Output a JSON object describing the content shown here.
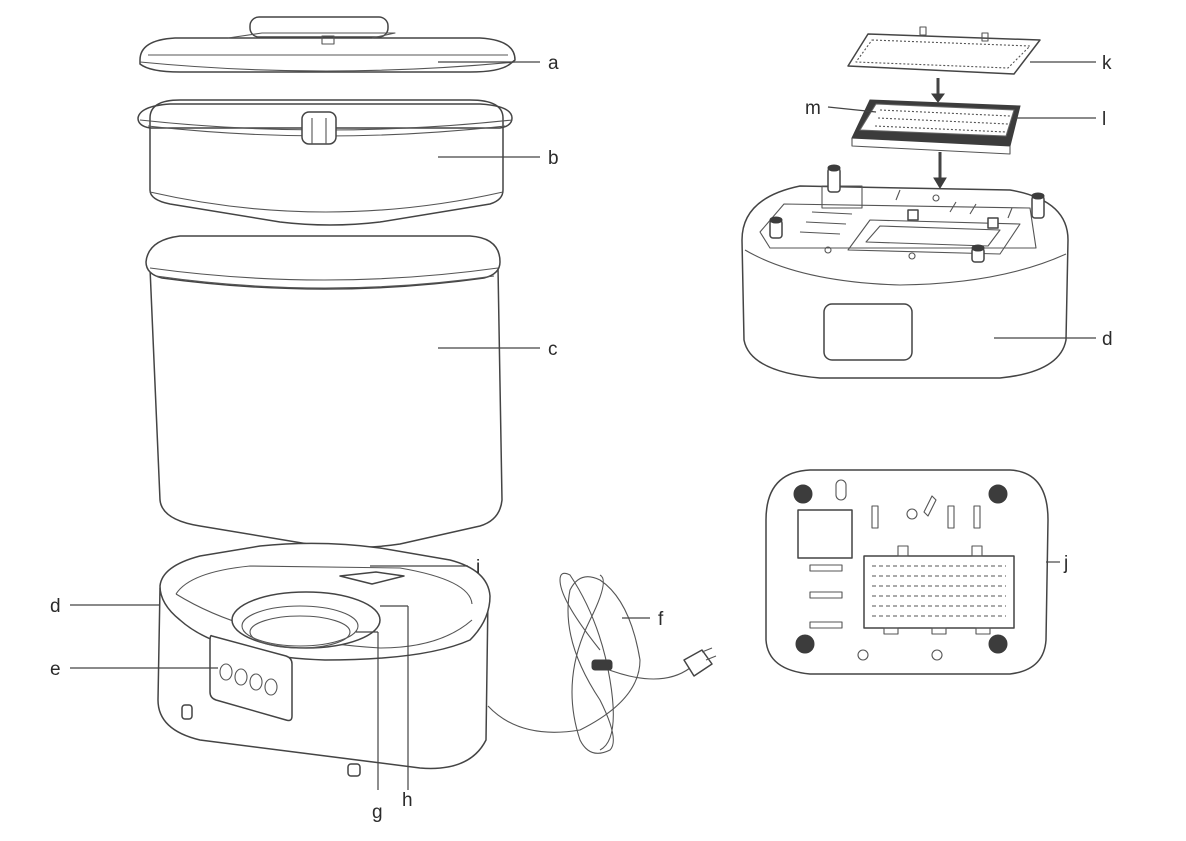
{
  "colors": {
    "line": "#444444",
    "dark_fill": "#3c3c3c",
    "background": "#ffffff"
  },
  "labels": {
    "a": "a",
    "b": "b",
    "c": "c",
    "d_left": "d",
    "e": "e",
    "f": "f",
    "g": "g",
    "h": "h",
    "i": "i",
    "j": "j",
    "k": "k",
    "l": "l",
    "m": "m",
    "d_right": "d"
  }
}
